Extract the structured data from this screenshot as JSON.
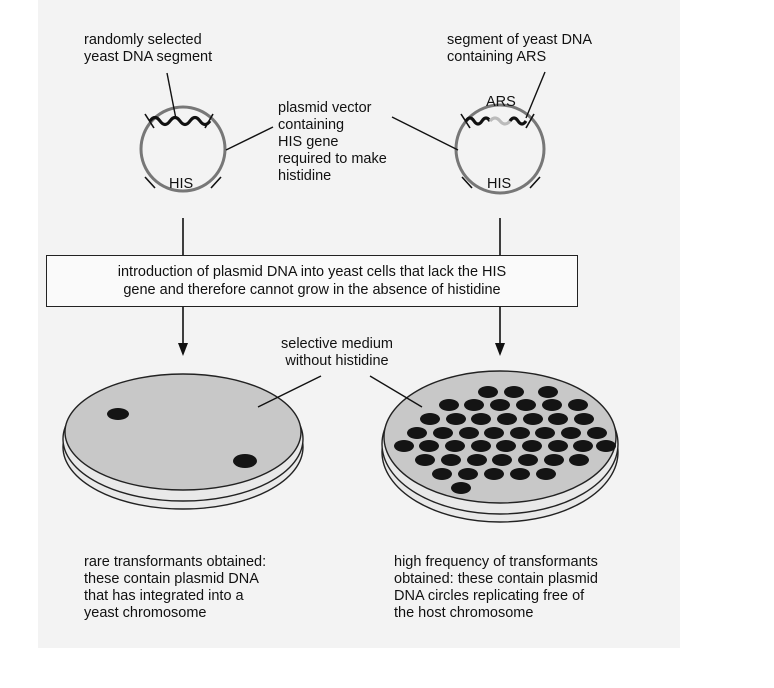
{
  "left_plasmid": {
    "insert_label": "randomly selected\nyeast DNA segment",
    "gene_label": "HIS"
  },
  "right_plasmid": {
    "insert_label": "segment of yeast DNA\ncontaining ARS",
    "ars_label": "ARS",
    "gene_label": "HIS"
  },
  "vector_label": "plasmid vector\ncontaining\nHIS gene\nrequired to make\nhistidine",
  "process_box": "introduction of plasmid DNA into yeast cells that lack the HIS\ngene and therefore cannot grow in the absence of histidine",
  "medium_label": "selective medium\nwithout histidine",
  "left_result": "rare transformants obtained:\nthese contain plasmid DNA\nthat has integrated into a\nyeast chromosome",
  "right_result": "high frequency of transformants\nobtained: these contain plasmid\nDNA circles replicating free of\nthe host chromosome",
  "colors": {
    "line": "#222222",
    "vector_circle": "#777777",
    "ars_segment": "#bbbbbb",
    "dish_medium": "#c8c8c8",
    "dish_rim": "#e9e9e9",
    "colony": "#141414"
  },
  "left_dish": {
    "colony_count": 2
  },
  "right_dish": {
    "colony_count": 46
  }
}
